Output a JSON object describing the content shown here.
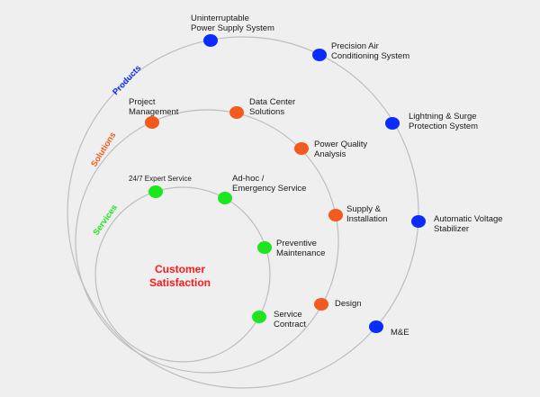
{
  "title": "Customer Satisfaction",
  "colors": {
    "background": "#efefef",
    "ring_stroke": "#bdbdbd",
    "products": "#0a2cff",
    "solutions": "#f25a1e",
    "services": "#1ee61e",
    "center_text": "#ff1a1a"
  },
  "center": {
    "label": "Customer\nSatisfaction"
  },
  "rings": [
    {
      "id": "products",
      "label": "Products",
      "nodes": [
        {
          "label": "Uninterruptable\nPower Supply System"
        },
        {
          "label": "Precision Air\nConditioning System"
        },
        {
          "label": "Lightning & Surge\nProtection System"
        },
        {
          "label": "Automatic Voltage\nStabilizer"
        },
        {
          "label": "M&E"
        }
      ]
    },
    {
      "id": "solutions",
      "label": "Solutions",
      "nodes": [
        {
          "label": "Project\nManagement"
        },
        {
          "label": "Data Center\nSolutions"
        },
        {
          "label": "Power Quality\nAnalysis"
        },
        {
          "label": "Supply &\nInstallation"
        },
        {
          "label": "Design"
        }
      ]
    },
    {
      "id": "services",
      "label": "Services",
      "nodes": [
        {
          "label": "24/7 Expert Service"
        },
        {
          "label": "Ad-hoc /\nEmergency Service"
        },
        {
          "label": "Preventive\nMaintenance"
        },
        {
          "label": "Service\nContract"
        }
      ]
    }
  ]
}
